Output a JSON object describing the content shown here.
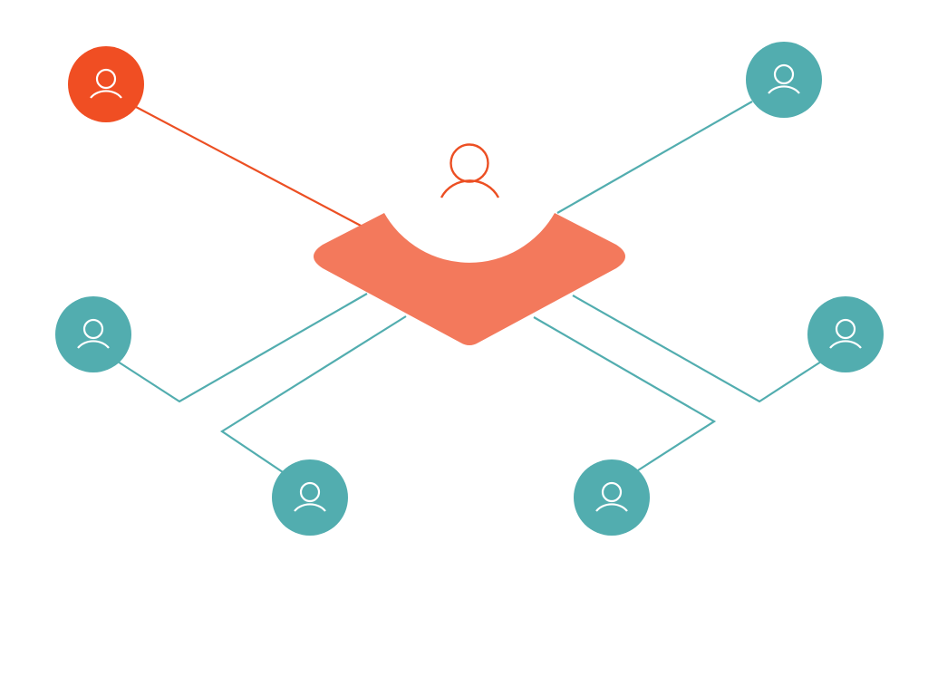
{
  "diagram": {
    "colors": {
      "primary_node": "#F04E23",
      "hub": "#F3795C",
      "secondary_node": "#52ADAF",
      "connector_primary": "#EC4F23",
      "connector_secondary": "#52ADAF",
      "icon_on_node": "#FFFFFF",
      "background": "#FFFFFF"
    },
    "hub": {
      "icon": "user-icon",
      "role": "central-user-hub"
    },
    "nodes": [
      {
        "id": "top-left",
        "icon": "user-icon",
        "kind": "primary"
      },
      {
        "id": "top-right",
        "icon": "user-icon",
        "kind": "secondary"
      },
      {
        "id": "mid-left",
        "icon": "user-icon",
        "kind": "secondary"
      },
      {
        "id": "mid-right",
        "icon": "user-icon",
        "kind": "secondary"
      },
      {
        "id": "bottom-left",
        "icon": "user-icon",
        "kind": "secondary"
      },
      {
        "id": "bottom-right",
        "icon": "user-icon",
        "kind": "secondary"
      }
    ]
  }
}
